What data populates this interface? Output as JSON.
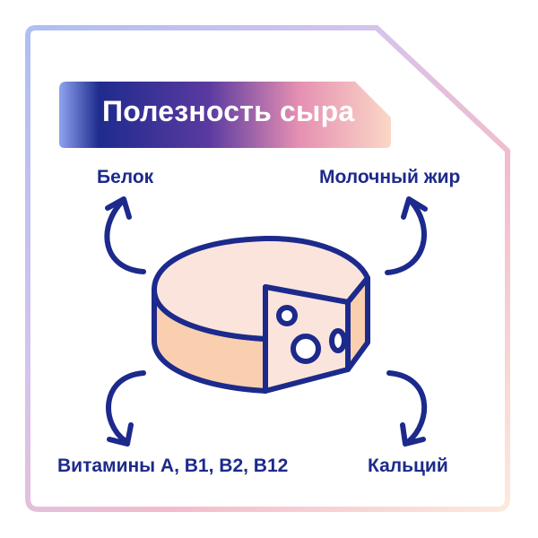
{
  "title": "Полезность сыра",
  "labels": {
    "top_left": "Белок",
    "top_right": "Молочный жир",
    "bottom_left": "Витамины А, В1, В2, В12",
    "bottom_right": "Кальций"
  },
  "colors": {
    "navy": "#1c2a8c",
    "cheese_light": "#fbe4dc",
    "cheese_side": "#f9cfb0",
    "frame_blue": "#b7c6f4",
    "frame_pink": "#f3b7cc",
    "frame_peach": "#fbe0cf"
  },
  "icons": {
    "center": "cheese-wheel-icon",
    "arrows": "curved-arrow-icon"
  }
}
